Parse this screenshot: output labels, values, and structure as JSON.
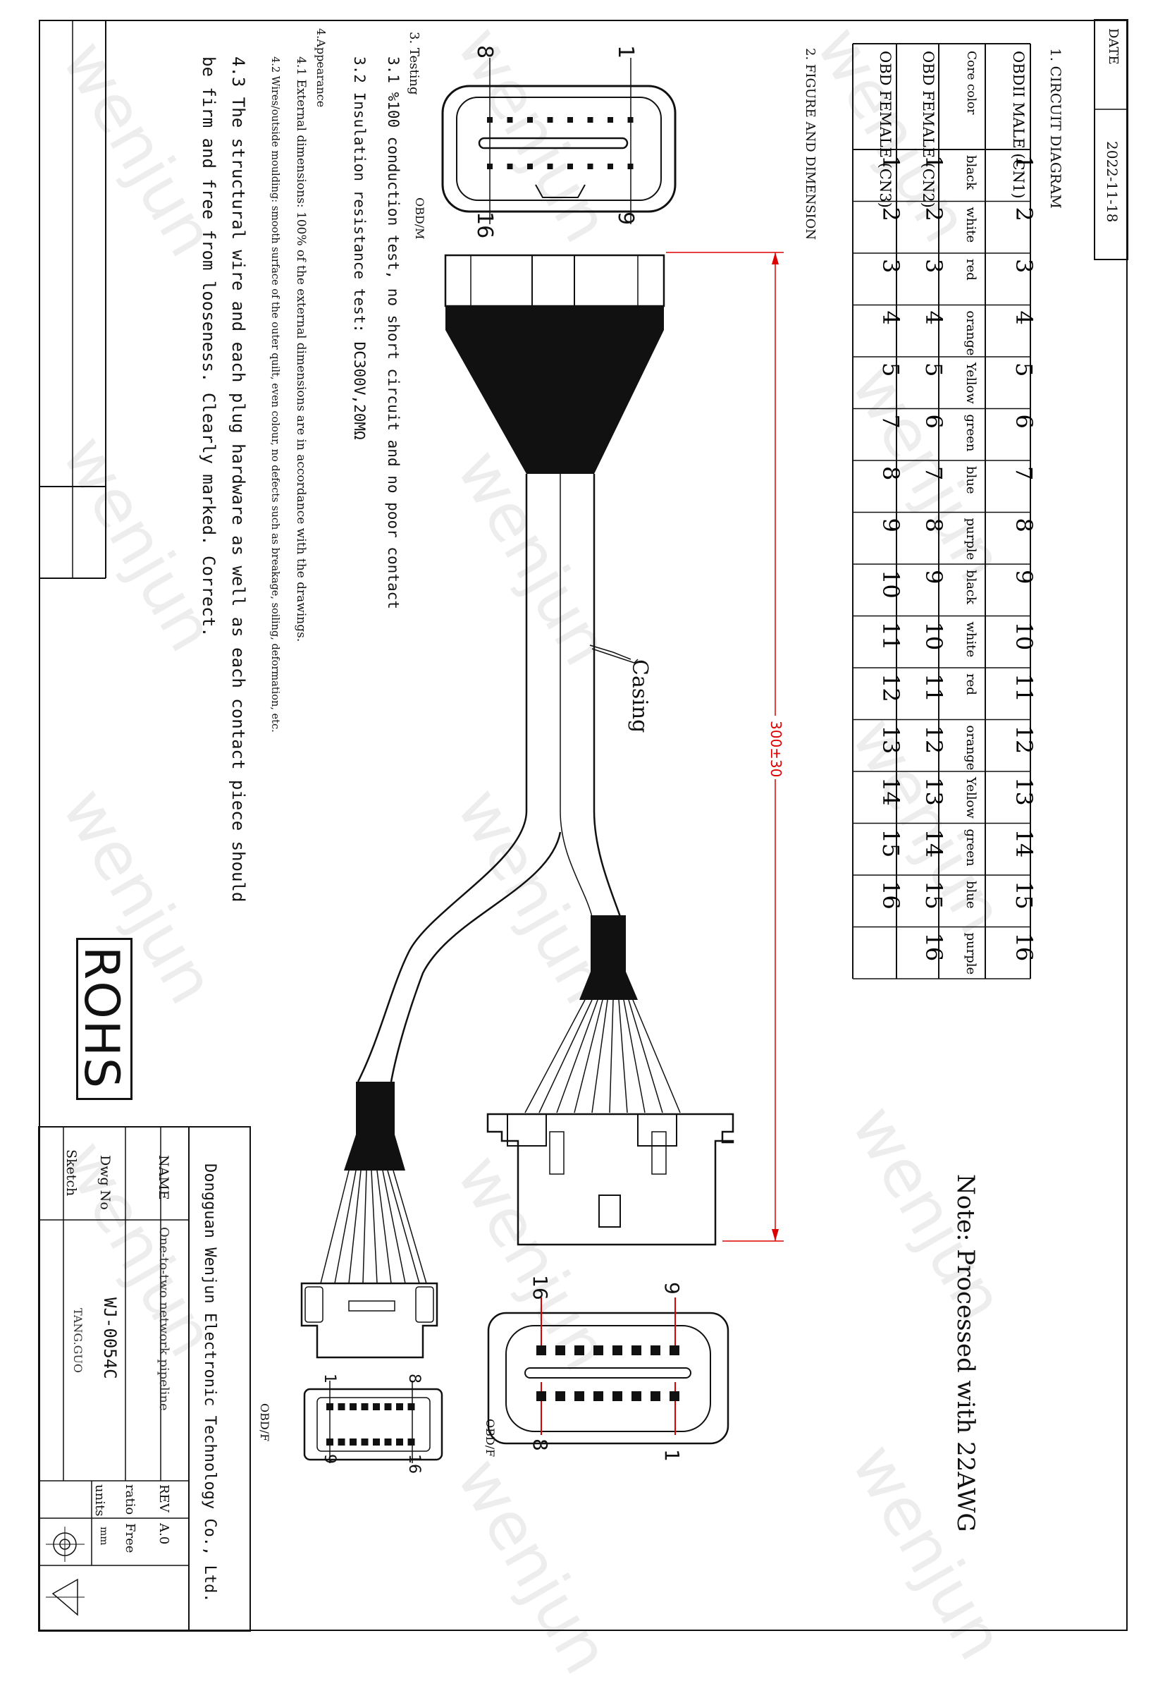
{
  "header": {
    "date_label": "DATE",
    "date_value": "2022-11-18"
  },
  "section1": {
    "title": "1. CIRCUIT DIAGRAM",
    "rows": [
      {
        "label": "OBDII MALE (CN1)",
        "cells": [
          "1",
          "2",
          "3",
          "4",
          "5",
          "6",
          "7",
          "8",
          "9",
          "10",
          "11",
          "12",
          "13",
          "14",
          "15",
          "16"
        ]
      },
      {
        "label": "Core color",
        "cells": [
          "black",
          "white",
          "red",
          "orange",
          "Yellow",
          "green",
          "blue",
          "purple",
          "black",
          "white",
          "red",
          "orange",
          "Yellow",
          "green",
          "blue",
          "purple"
        ]
      },
      {
        "label": "OBD FEMALE (CN2)",
        "cells": [
          "1",
          "2",
          "3",
          "4",
          "5",
          "6",
          "7",
          "8",
          "9",
          "10",
          "11",
          "12",
          "13",
          "14",
          "15",
          "16"
        ]
      },
      {
        "label": "OBD FEMALE (CN3)",
        "cells": [
          "1",
          "2",
          "3",
          "4",
          "5",
          "7",
          "8",
          "9",
          "10",
          "11",
          "12",
          "13",
          "14",
          "15",
          "16"
        ]
      }
    ]
  },
  "section2": {
    "title": "2. FIGURE AND DIMENSION",
    "note": "Note: Processed with 22AWG",
    "dimension": "300±30",
    "casing_label": "Casing",
    "connector_male_label": "OBD/M",
    "connector_female_label": "OBD/F",
    "connector_female_label2": "OBD/F",
    "male_pins": {
      "top_left": "8",
      "top_right": "1",
      "bottom_left": "16",
      "bottom_right": "9"
    },
    "female_pins": {
      "top_left": "16",
      "top_right": "9",
      "bottom_left": "8",
      "bottom_right": "1"
    },
    "female2_pins": {
      "top_left": "1",
      "top_right": "8",
      "bottom_left": "9",
      "bottom_right": "16"
    }
  },
  "section3": {
    "title": "3. Testing",
    "items": [
      "3.1 %100 conduction test, no short circuit and no poor contact",
      "3.2 Insulation resistance test: DC300V,20MΩ"
    ]
  },
  "section4": {
    "title": "4.Appearance",
    "items": [
      "4.1 External dimensions: 100% of the external dimensions are in accordance with the drawings.",
      "4.2 Wires/outside moulding: smooth surface of the outer quilt, even colour, no defects such as breakage, soiling, deformation, etc.",
      "4.3 The structural wire and each plug hardware as well as each contact piece should",
      "be firm and free from looseness. Clearly marked. Correct."
    ]
  },
  "rohs": "ROHS",
  "title_block": {
    "company": "Dongguan Wenjun Electronic Technology Co., Ltd.",
    "name_label": "NAME",
    "name_value": "One-to-two network pipeline",
    "rev_label": "REV",
    "rev_value": "A.0",
    "dwg_label": "Dwg No",
    "dwg_value": "WJ-0054C",
    "ratio_label": "ratio",
    "ratio_value": "Free",
    "sketch_label": "Sketch",
    "sketch_value": "TANG.GUO",
    "units_label": "units",
    "units_value": "mm"
  },
  "watermark": "wenjun"
}
